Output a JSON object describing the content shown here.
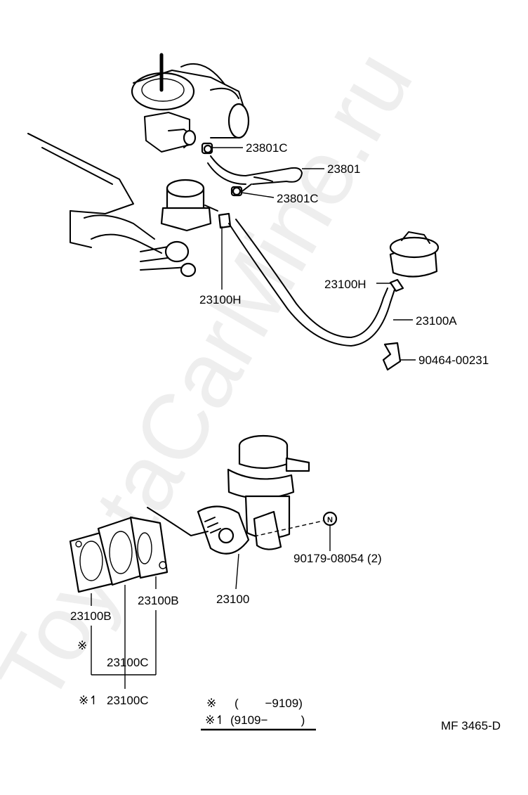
{
  "watermark": "ToyotaCarMine.ru",
  "labels": {
    "p23801c_top": "23801C",
    "p23801": "23801",
    "p23801c_mid": "23801C",
    "p23100h_left": "23100H",
    "p23100h_right": "23100H",
    "p23100a": "23100A",
    "p90464": "90464-00231",
    "p90179": "90179-08054 (2)",
    "p23100": "23100",
    "p23100b_right": "23100B",
    "p23100b_left": "23100B",
    "p23100c_mid": "23100C",
    "p23100c_bottom": "23100C",
    "n_mark": "N"
  },
  "symbols": {
    "star_mid": "※",
    "star_bottom": "※↿",
    "legend_star1": "※",
    "legend_star2": "※↿"
  },
  "legend": {
    "row1": "(        −9109)",
    "row2": "(9109−          )"
  },
  "diagram_code": "MF 3465-D"
}
